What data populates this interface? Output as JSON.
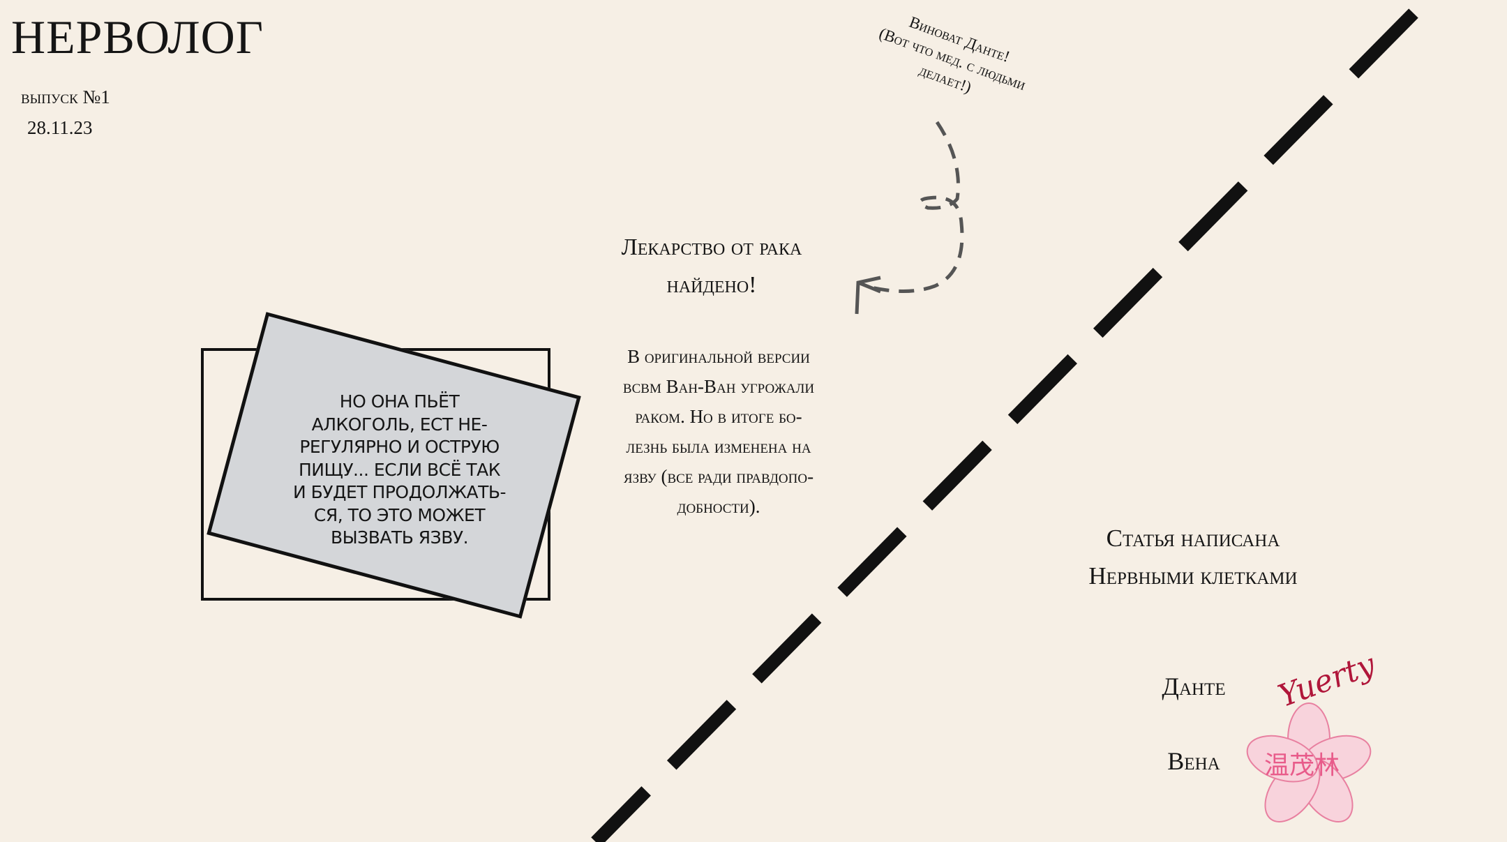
{
  "header": {
    "logo": "НЕРВОЛОГ",
    "issue": "выпуск №1",
    "date": "28.11.23"
  },
  "note": {
    "lines": [
      "Виноват Данте!",
      "(Вот что мед. с людьми",
      "делает!)"
    ]
  },
  "article": {
    "headline_lines": [
      "Лекарство от рака",
      "найдено!"
    ],
    "paragraph_lines": [
      "В оригинальной версии",
      "всвм Ван-Ван угрожали",
      "раком. Но в итоге бо-",
      "лезнь была изменена на",
      "язву (все ради правдопо-",
      "добности)."
    ]
  },
  "card": {
    "lines": [
      "Но она пьёт",
      "алкоголь, ест не-",
      "регулярно и острую",
      "пищу... Если всё так",
      "и будет продолжать-",
      "ся, то это может",
      "вызвать язву."
    ]
  },
  "credits": {
    "title_lines": [
      "Статья написана",
      "Нервными клетками"
    ],
    "authors": [
      {
        "name": "Данте",
        "signature": "Yuerty"
      },
      {
        "name": "Вена",
        "seal": "温茂林"
      }
    ]
  },
  "colors": {
    "background": "#f6efe5",
    "signature": "#b0163a",
    "seal": "#e85b8a",
    "card": "#d4d6d9"
  }
}
